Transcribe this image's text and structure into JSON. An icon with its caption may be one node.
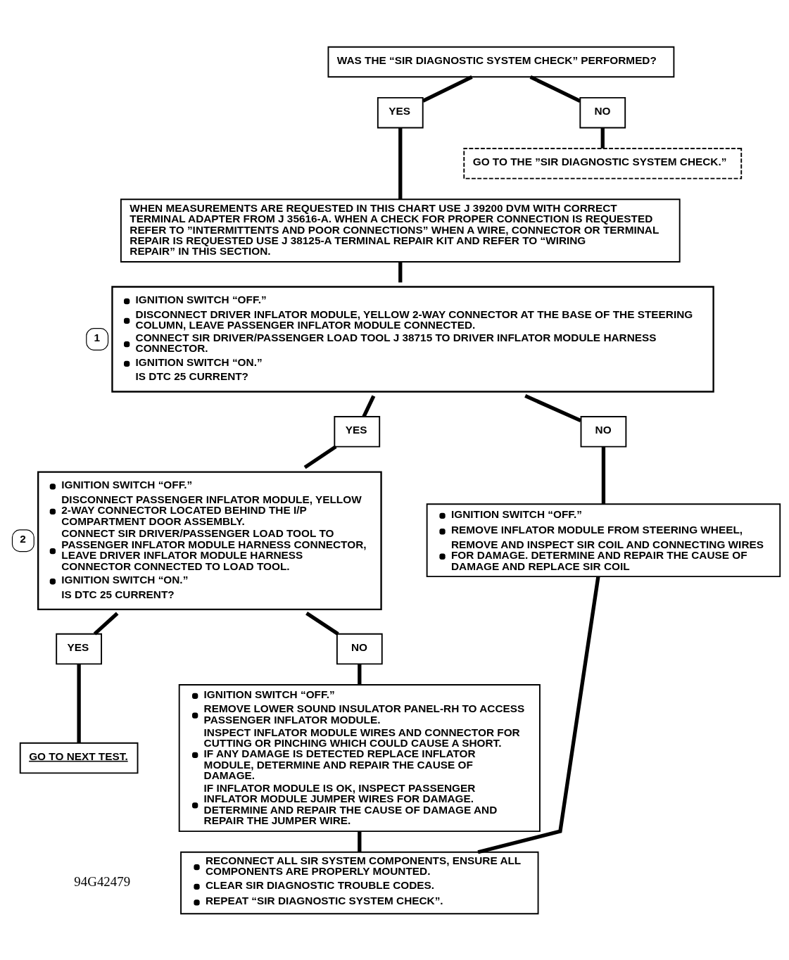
{
  "diagram": {
    "nodes": [
      {
        "text": [
          "WAS THE “SIR DIAGNOSTIC SYSTEM CHECK” PERFORMED?"
        ]
      },
      {
        "text": [
          "YES"
        ]
      },
      {
        "text": [
          "NO"
        ]
      },
      {
        "text": [
          "GO TO THE ”SIR DIAGNOSTIC SYSTEM CHECK.”"
        ]
      },
      {
        "text": [
          "WHEN MEASUREMENTS ARE REQUESTED IN THIS CHART USE J 39200 DVM WITH CORRECT TERMINAL ADAPTER FROM J 35616-A. WHEN A CHECK FOR PROPER CONNECTION IS REQUESTED REFER TO ”INTERMITTENTS AND POOR CONNECTIONS” WHEN A WIRE, CONNECTOR OR TERMINAL REPAIR IS REQUESTED USE J 38125-A TERMINAL REPAIR KIT AND REFER TO “WIRING REPAIR” IN THIS SECTION."
        ]
      },
      {
        "text": [
          "IGNITION SWITCH “OFF.”",
          "DISCONNECT DRIVER INFLATOR MODULE, YELLOW 2-WAY CONNECTOR AT THE BASE OF THE STEERING COLUMN, LEAVE PASSENGER INFLATOR MODULE CONNECTED.",
          "CONNECT SIR DRIVER/PASSENGER LOAD TOOL J 38715 TO DRIVER INFLATOR MODULE HARNESS CONNECTOR.",
          "IGNITION SWITCH “ON.”",
          "IS DTC 25 CURRENT?"
        ],
        "beside": [
          "1"
        ]
      },
      {
        "text": [
          "YES"
        ]
      },
      {
        "text": [
          "NO"
        ]
      },
      {
        "text": [
          "IGNITION SWITCH “OFF.”",
          "DISCONNECT PASSENGER INFLATOR MODULE, YELLOW 2-WAY CONNECTOR LOCATED BEHIND THE I/P COMPARTMENT DOOR ASSEMBLY.",
          "CONNECT SIR DRIVER/PASSENGER LOAD TOOL TO PASSENGER INFLATOR MODULE HARNESS CONNECTOR, LEAVE DRIVER INFLATOR MODULE HARNESS CONNECTOR CONNECTED TO LOAD TOOL.",
          "IGNITION SWITCH “ON.”",
          "IS DTC 25 CURRENT?"
        ],
        "beside": [
          "2"
        ]
      },
      {
        "text": [
          "IGNITION SWITCH “OFF.”",
          "REMOVE INFLATOR MODULE FROM STEERING WHEEL,",
          "REMOVE AND INSPECT SIR COIL AND CONNECTING WIRES FOR DAMAGE. DETERMINE AND REPAIR THE CAUSE OF DAMAGE AND REPLACE SIR COIL"
        ]
      },
      {
        "text": [
          "YES"
        ]
      },
      {
        "text": [
          "NO"
        ]
      },
      {
        "text": [
          "GO TO NEXT TEST."
        ]
      },
      {
        "text": [
          "IGNITION SWITCH “OFF.”",
          "REMOVE LOWER SOUND INSULATOR PANEL-RH TO ACCESS PASSENGER INFLATOR MODULE.",
          "INSPECT INFLATOR MODULE WIRES AND CONNECTOR FOR CUTTING OR PINCHING WHICH COULD CAUSE A SHORT. IF ANY DAMAGE IS DETECTED REPLACE INFLATOR MODULE, DETERMINE AND REPAIR THE CAUSE OF DAMAGE.",
          "IF INFLATOR MODULE IS OK, INSPECT PASSENGER INFLATOR MODULE JUMPER WIRES FOR DAMAGE. DETERMINE AND REPAIR THE CAUSE OF DAMAGE AND REPAIR THE JUMPER WIRE."
        ]
      },
      {
        "text": [
          "RECONNECT ALL SIR SYSTEM COMPONENTS, ENSURE ALL COMPONENTS ARE PROPERLY MOUNTED.",
          "CLEAR SIR DIAGNOSTIC TROUBLE CODES.",
          "REPEAT “SIR DIAGNOSTIC SYSTEM CHECK”."
        ]
      }
    ],
    "edges": [
      {
        "from": 0,
        "to": 1,
        "arrow": "none"
      },
      {
        "from": 0,
        "to": 2,
        "arrow": "none"
      },
      {
        "from": 2,
        "to": 3,
        "arrow": "none"
      },
      {
        "from": 1,
        "to": 4,
        "arrow": "none"
      },
      {
        "from": 4,
        "to": 5,
        "arrow": "none"
      },
      {
        "from": 5,
        "to": 6,
        "arrow": "none"
      },
      {
        "from": 5,
        "to": 7,
        "arrow": "none"
      },
      {
        "from": 6,
        "to": 8,
        "arrow": "none"
      },
      {
        "from": 7,
        "to": 9,
        "arrow": "none"
      },
      {
        "from": 8,
        "to": 10,
        "arrow": "none"
      },
      {
        "from": 8,
        "to": 11,
        "arrow": "none"
      },
      {
        "from": 10,
        "to": 12,
        "arrow": "none"
      },
      {
        "from": 11,
        "to": 13,
        "arrow": "none"
      },
      {
        "from": 9,
        "to": 14,
        "arrow": "none"
      },
      {
        "from": 13,
        "to": 14,
        "arrow": "none"
      }
    ],
    "labels": [
      "94G42479"
    ]
  }
}
